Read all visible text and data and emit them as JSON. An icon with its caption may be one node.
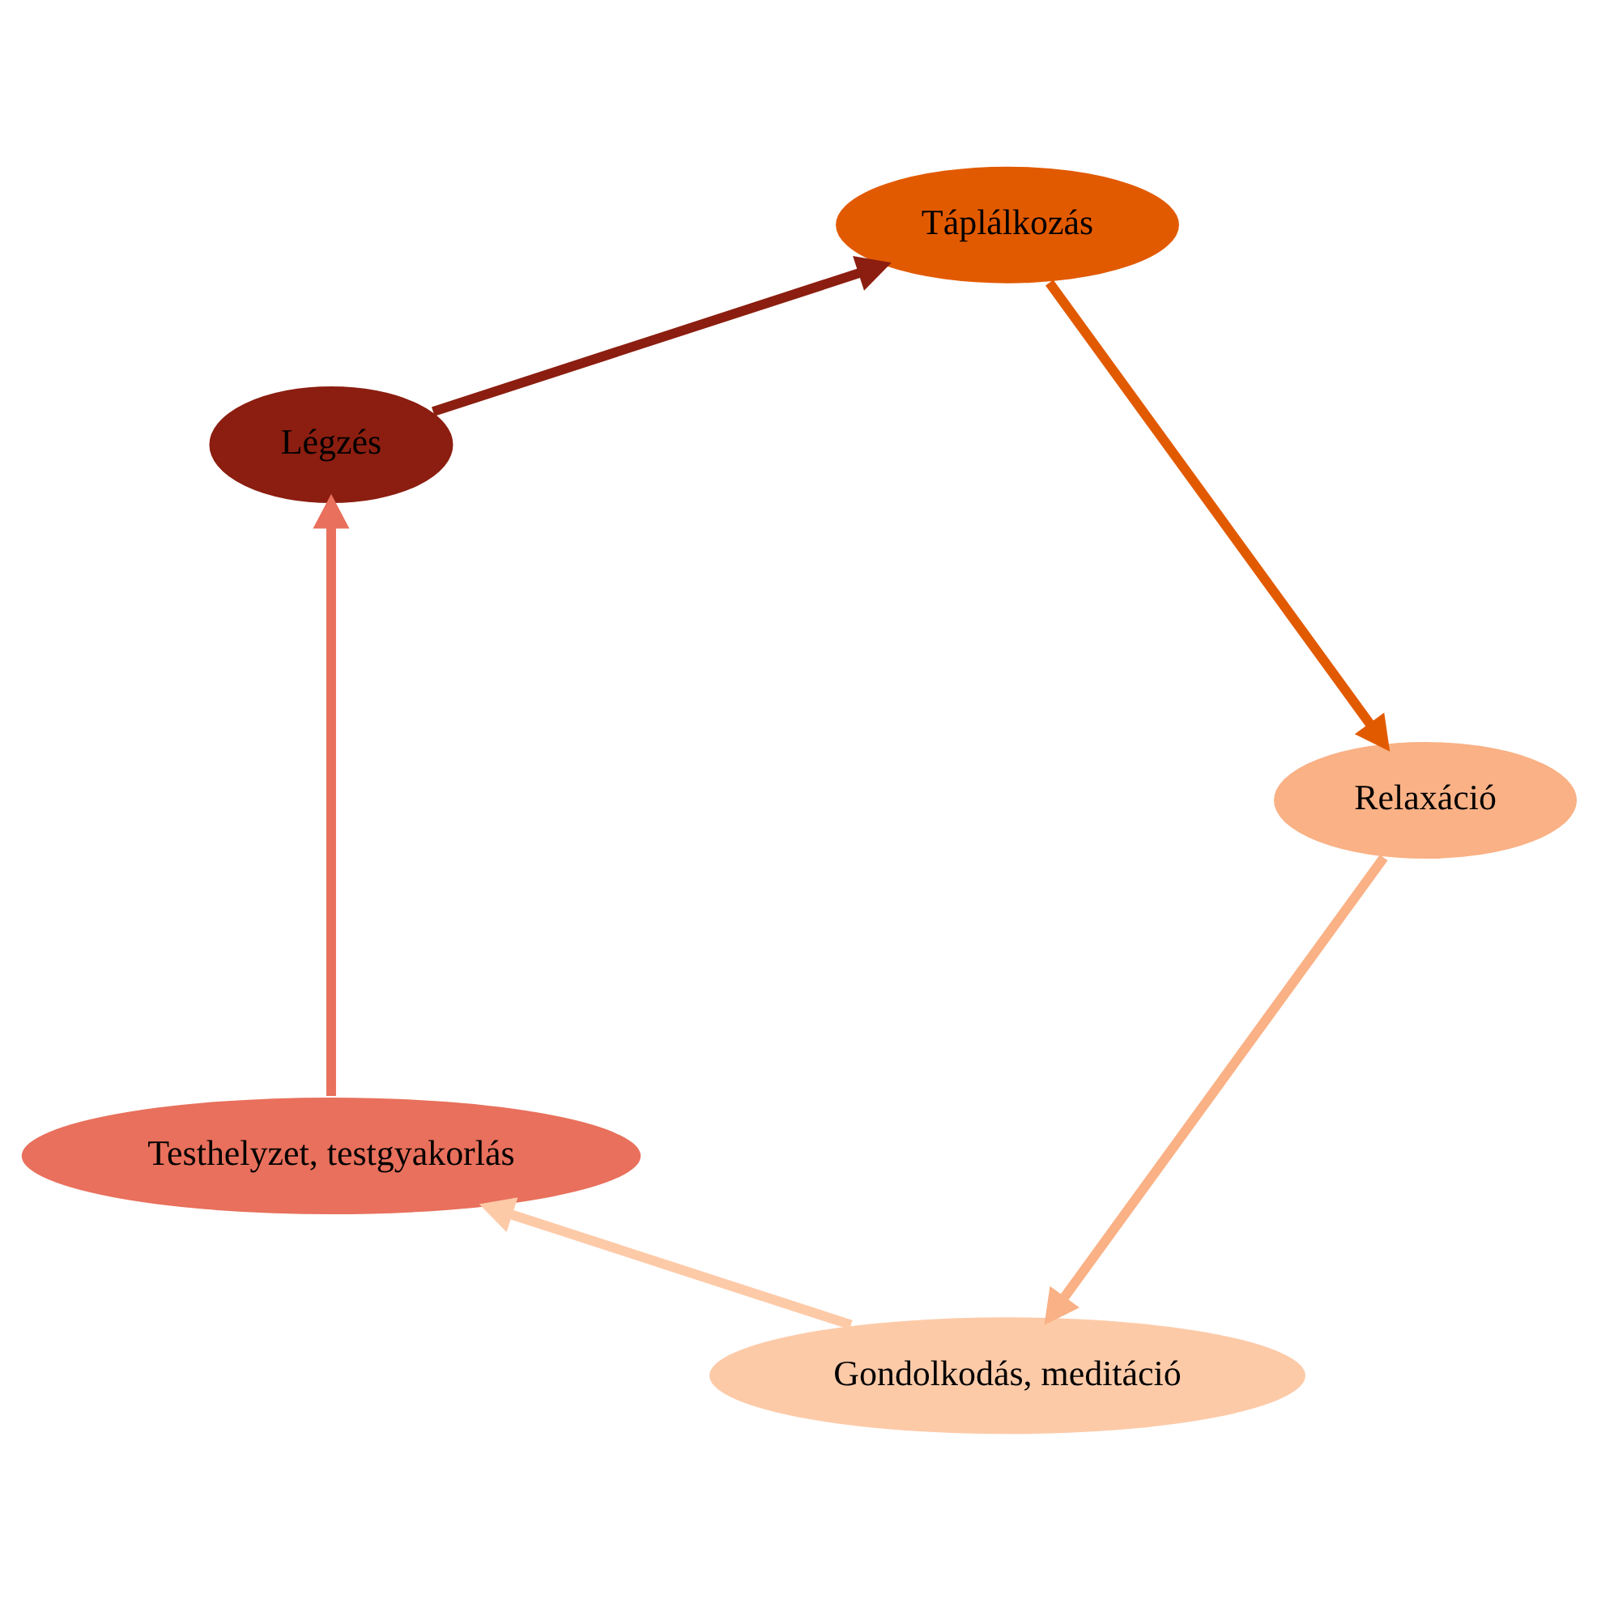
{
  "diagram": {
    "nodes": [
      {
        "text": [
          "Gondolkodás, meditáció"
        ]
      },
      {
        "text": [
          "Testhelyzet, testgyakorlás"
        ]
      },
      {
        "text": [
          "Légzés"
        ]
      },
      {
        "text": [
          "Táplálkozás"
        ]
      },
      {
        "text": [
          "Relaxáció"
        ]
      }
    ],
    "edges": [
      {
        "from": 0,
        "to": 1,
        "arrow": "to",
        "color": "#fdcaa8"
      },
      {
        "from": 1,
        "to": 2,
        "arrow": "to",
        "color": "#e8705c"
      },
      {
        "from": 2,
        "to": 3,
        "arrow": "to",
        "color": "#8b1e10"
      },
      {
        "from": 3,
        "to": 4,
        "arrow": "to",
        "color": "#e25a00"
      },
      {
        "from": 4,
        "to": 0,
        "arrow": "to",
        "color": "#f9b185"
      }
    ]
  }
}
